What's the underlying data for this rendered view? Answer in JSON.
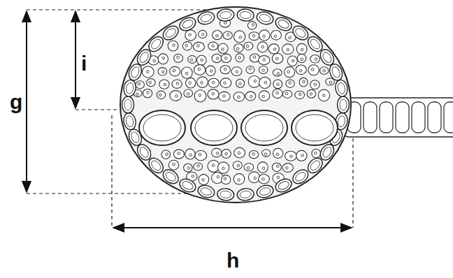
{
  "diagram": {
    "labels": [
      "i",
      "g",
      "h"
    ]
  }
}
